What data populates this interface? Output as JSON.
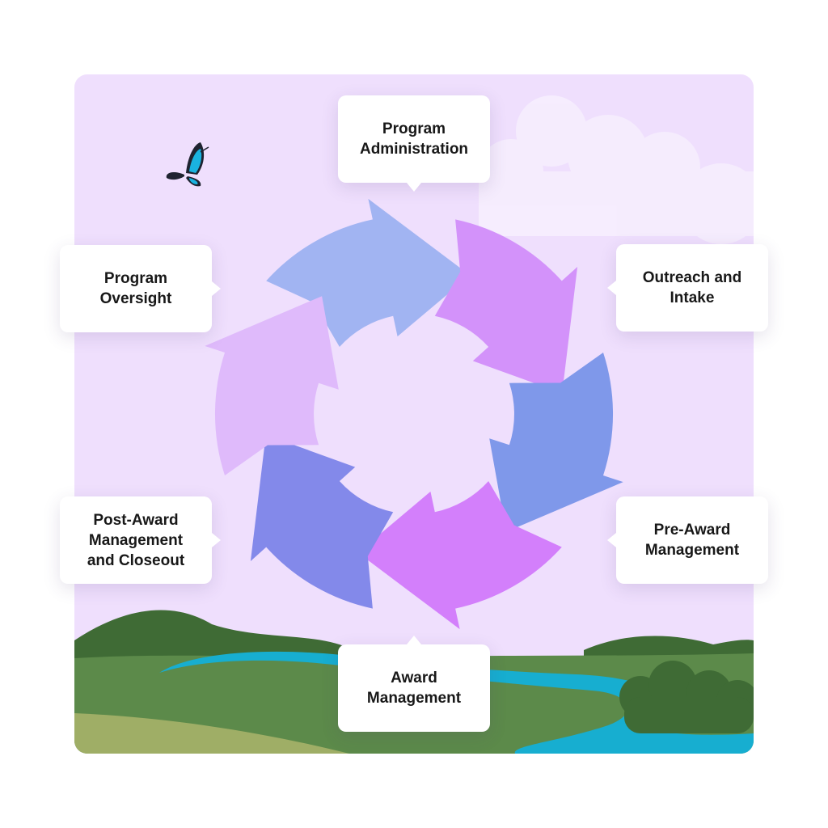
{
  "steps": [
    {
      "id": "program-administration",
      "label": "Program\nAdministration"
    },
    {
      "id": "outreach-and-intake",
      "label": "Outreach and\nIntake"
    },
    {
      "id": "pre-award-management",
      "label": "Pre-Award\nManagement"
    },
    {
      "id": "award-management",
      "label": "Award\nManagement"
    },
    {
      "id": "post-award-management",
      "label": "Post-Award\nManagement\nand Closeout"
    },
    {
      "id": "program-oversight",
      "label": "Program\nOversight"
    }
  ],
  "colors": {
    "sky": "#efdffd",
    "arrow_blue_light": "#a1b4f2",
    "arrow_purple": "#d392fa",
    "arrow_blue": "#7f98ea",
    "arrow_magenta": "#d37ffb",
    "arrow_periwinkle": "#8389ea",
    "arrow_lavender": "#dfbafb",
    "hill_dark": "#3f6b35",
    "grass": "#5c8a4a",
    "grass_light": "#9fae66",
    "river": "#17aed0",
    "butterfly_blue": "#1ab3e0"
  },
  "icons": [
    "butterfly-icon",
    "cloud-icon"
  ]
}
